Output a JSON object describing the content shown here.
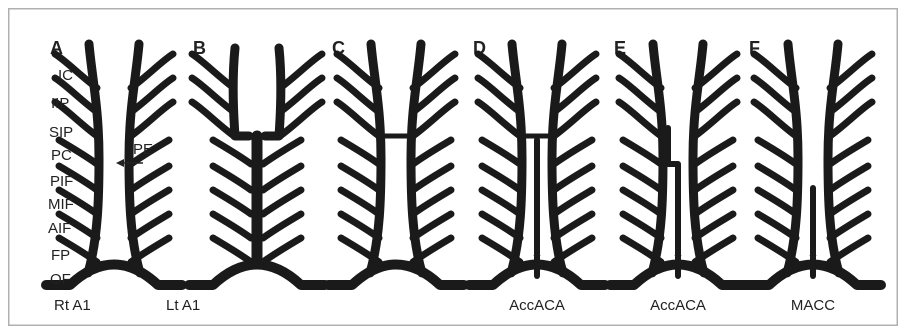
{
  "panels": [
    {
      "letter": "A",
      "variant": "normal",
      "bottom_label": ""
    },
    {
      "letter": "B",
      "variant": "fused",
      "bottom_label": ""
    },
    {
      "letter": "C",
      "variant": "narrow",
      "bottom_label": ""
    },
    {
      "letter": "D",
      "variant": "accessory",
      "bottom_label": "AccACA"
    },
    {
      "letter": "E",
      "variant": "accessory-offset",
      "bottom_label": "AccACA"
    },
    {
      "letter": "F",
      "variant": "median-callosal",
      "bottom_label": "MACC"
    }
  ],
  "branch_labels": [
    "IC",
    "IIP",
    "SIP",
    "PC",
    "PIF",
    "MIF",
    "AIF",
    "FP",
    "OF"
  ],
  "annotation": {
    "label": "PE",
    "arrow": "left-arrow"
  },
  "base_labels": {
    "left": "Rt A1",
    "right": "Lt A1"
  },
  "colors": {
    "vessel": "#1a1a1a",
    "frame": "#b0b0b0",
    "text": "#222222",
    "background": "#ffffff"
  }
}
